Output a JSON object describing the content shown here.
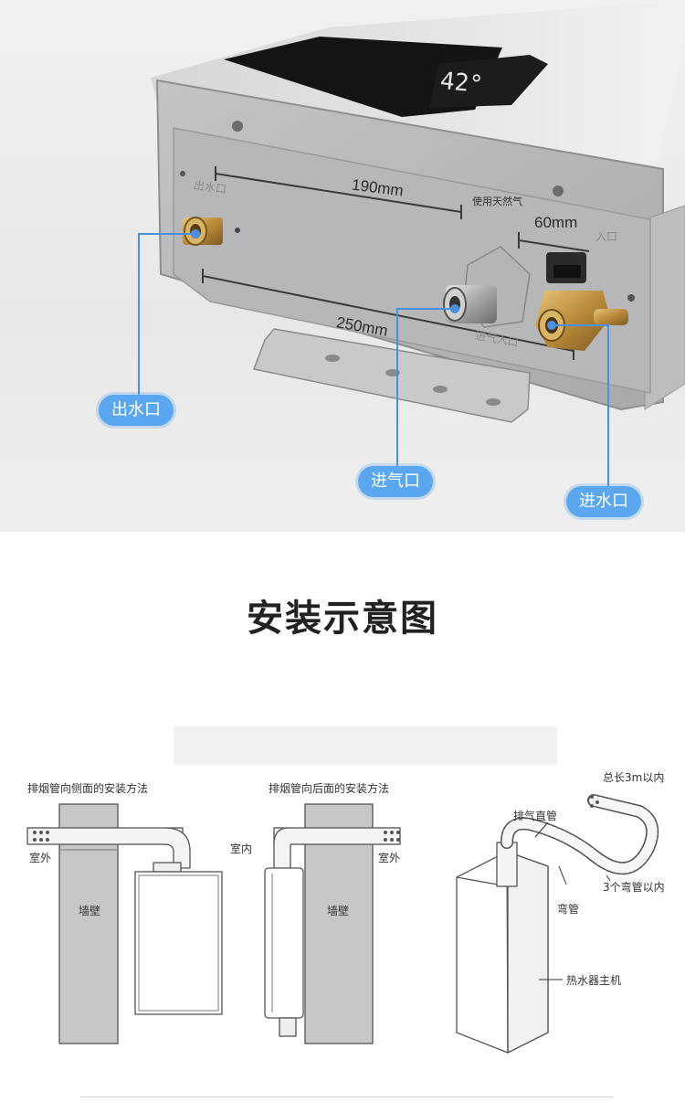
{
  "photo": {
    "display_digits": "42°",
    "dimensions": {
      "top": "190mm",
      "right": "60mm",
      "bottom": "250mm"
    },
    "engraved": {
      "outlet": "出水口",
      "gas_type": "使用天然气",
      "inlet": "入口",
      "gas_inlet": "进气入口"
    },
    "callouts": {
      "water_out": "出水口",
      "gas_in": "进气口",
      "water_in": "进水口"
    },
    "colors": {
      "callout": "#5aa6ef",
      "leader": "#4a8fe0"
    }
  },
  "title": "安装示意图",
  "diagram": {
    "left": {
      "caption": "排烟管向侧面的安装方法",
      "outdoor": "室外",
      "wall": "墙壁",
      "indoor": "室内"
    },
    "middle": {
      "caption": "排烟管向后面的安装方法",
      "outdoor": "室外",
      "wall": "墙壁"
    },
    "right": {
      "total_length": "总长3m以内",
      "exhaust_pipe": "排气直管",
      "elbows": "3个弯管以内",
      "elbow": "弯管",
      "main_unit": "热水器主机"
    }
  }
}
